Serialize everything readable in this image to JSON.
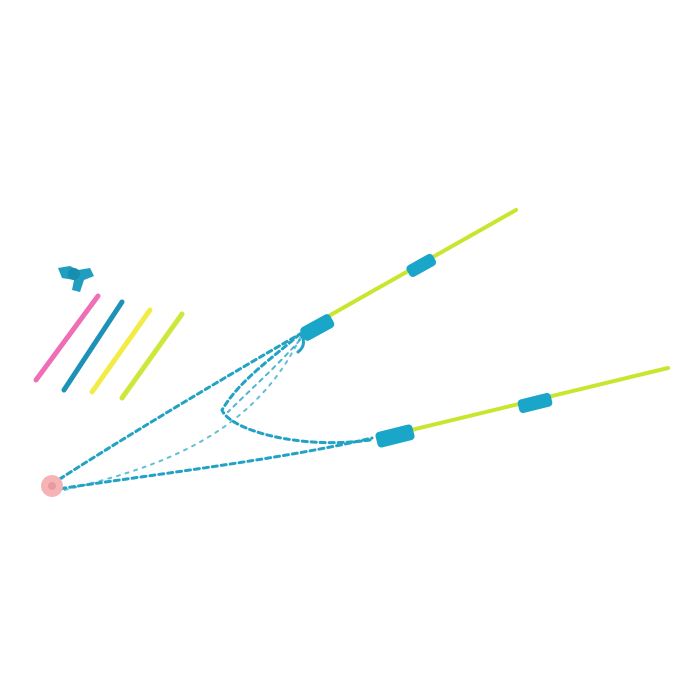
{
  "colors": {
    "background": "#ffffff",
    "wand_yellow_green": "#c8e62e",
    "connector_blue": "#1aa6c8",
    "rope_white": "#ffffff",
    "rope_blue": "#22a2c4",
    "bead_pink": "#f6b3b6",
    "stick_pink": "#ee6fb6",
    "stick_blue": "#1e92b6",
    "stick_yellow": "#f2ec45",
    "stick_green": "#cfe63a",
    "tri_connector_blue": "#1f9ec0"
  },
  "objects": {
    "tri_connector": "three-way-connector-icon",
    "sticks": [
      "pink-stick",
      "blue-stick",
      "yellow-stick",
      "green-stick"
    ],
    "wands": [
      "upper-wand",
      "lower-wand"
    ],
    "rope": "bubble-rope",
    "bead": "pink-bead"
  }
}
